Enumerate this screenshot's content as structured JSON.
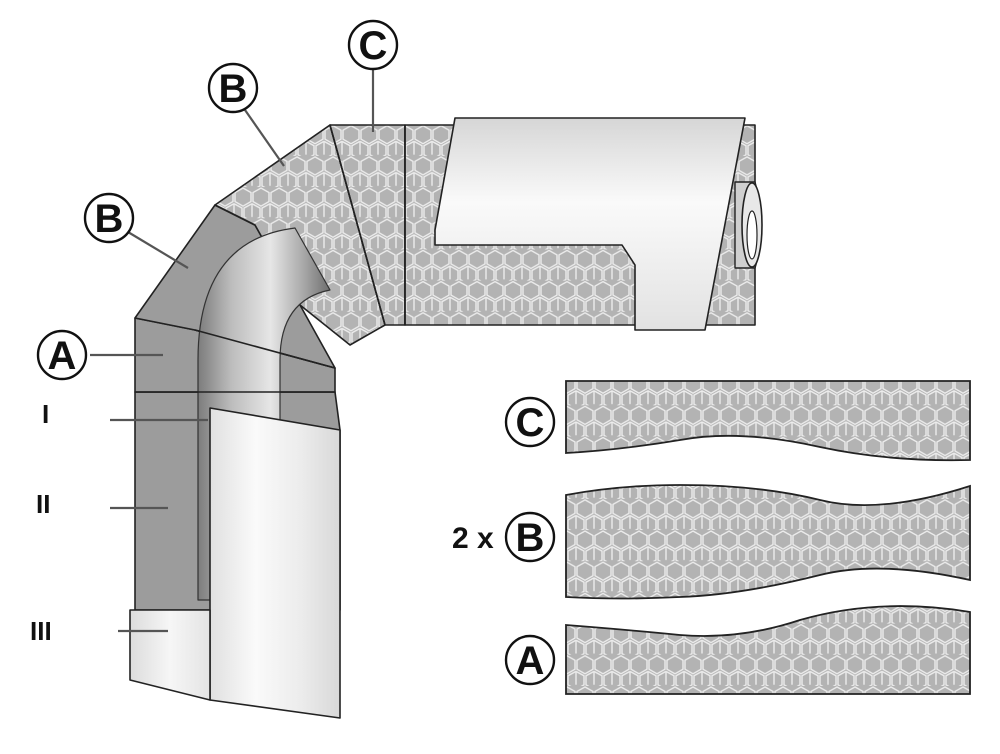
{
  "callouts": {
    "a_main": "A",
    "b_lower": "B",
    "b_upper": "B",
    "c_main": "C"
  },
  "layer_labels": {
    "layer_1": "I",
    "layer_2": "II",
    "layer_3": "III"
  },
  "pieces": {
    "c_label": "C",
    "b_multiplier": "2 x",
    "b_label": "B",
    "a_label": "A"
  },
  "colors": {
    "insulation_gray": "#9c9c9c",
    "hex_fill": "#b5b5b5",
    "hex_stroke": "#eeeeee",
    "pipe_light": "#f2f2f2",
    "outline": "#222222"
  }
}
